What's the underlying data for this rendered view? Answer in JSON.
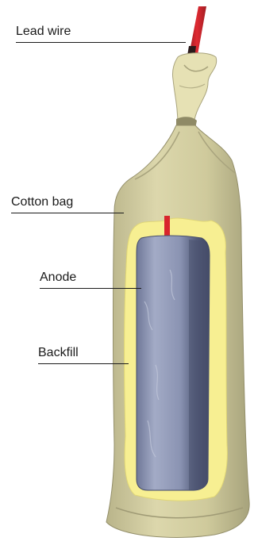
{
  "labels": {
    "lead_wire": "Lead wire",
    "cotton_bag": "Cotton bag",
    "anode": "Anode",
    "backfill": "Backfill"
  },
  "colors": {
    "lead_wire": "#d8252c",
    "bag_fabric": "#d4cfa0",
    "bag_shadow": "#9c9872",
    "backfill": "#f7ef92",
    "anode": "#8b95b4",
    "anode_shadow": "#4b5270",
    "leader_line": "#1a1a1a"
  }
}
